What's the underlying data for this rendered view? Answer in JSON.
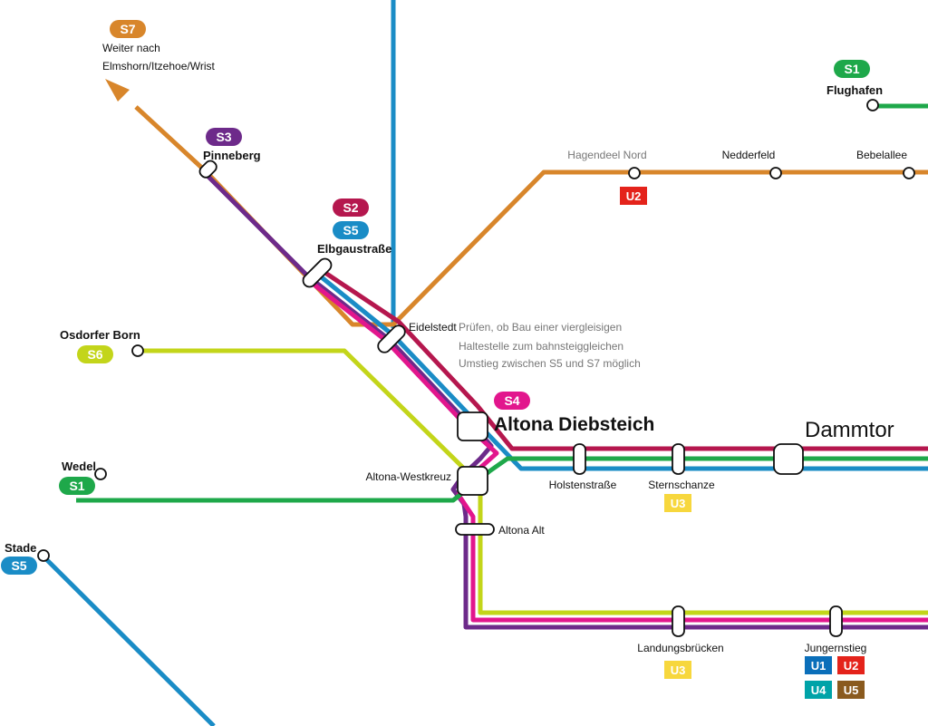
{
  "colors": {
    "s1": "#1ea84a",
    "s2": "#b5174e",
    "s3": "#6d2a8a",
    "s4": "#e2168d",
    "s5": "#1a8cc6",
    "s6": "#c3d51a",
    "s7": "#d8862b",
    "u1": "#0b6fba",
    "u2": "#e4231b",
    "u3": "#f7d73d",
    "u4": "#00a3a8",
    "u5": "#8a5a1e"
  },
  "badges": {
    "s7": "S7",
    "s3": "S3",
    "s2": "S2",
    "s5_elbgau": "S5",
    "s6": "S6",
    "s1_wedel": "S1",
    "s5_stade": "S5",
    "s4": "S4",
    "s1_flughafen": "S1",
    "u2_hagendeel": "U2",
    "u3_sternschanze": "U3",
    "u3_landungsbruecken": "U3",
    "u1_jungfernstieg": "U1",
    "u2_jungfernstieg": "U2",
    "u4_jungfernstieg": "U4",
    "u5_jungfernstieg": "U5"
  },
  "stations": {
    "s7_note_line1": "Weiter nach",
    "s7_note_line2": "Elmshorn/Itzehoe/Wrist",
    "pinneberg": "Pinneberg",
    "elbgaustrasse": "Elbgaustraße",
    "eidelstedt": "Eidelstedt",
    "eidelstedt_note_1": "Prüfen, ob Bau einer viergleisigen",
    "eidelstedt_note_2": "Haltestelle zum bahnsteiggleichen",
    "eidelstedt_note_3": "Umstieg zwischen S5 und S7 möglich",
    "osdorfer_born": "Osdorfer Born",
    "wedel": "Wedel",
    "stade": "Stade",
    "flughafen": "Flughafen",
    "hagendeel_nord": "Hagendeel Nord",
    "nedderfeld": "Nedderfeld",
    "bebelallee": "Bebelallee",
    "altona_diebsteich": "Altona Diebsteich",
    "dammtor": "Dammtor",
    "altona_westkreuz": "Altona-Westkreuz",
    "altona_alt": "Altona Alt",
    "holstenstrasse": "Holstenstraße",
    "sternschanze": "Sternschanze",
    "landungsbruecken": "Landungsbrücken",
    "jungfernstieg": "Jungernstieg"
  }
}
